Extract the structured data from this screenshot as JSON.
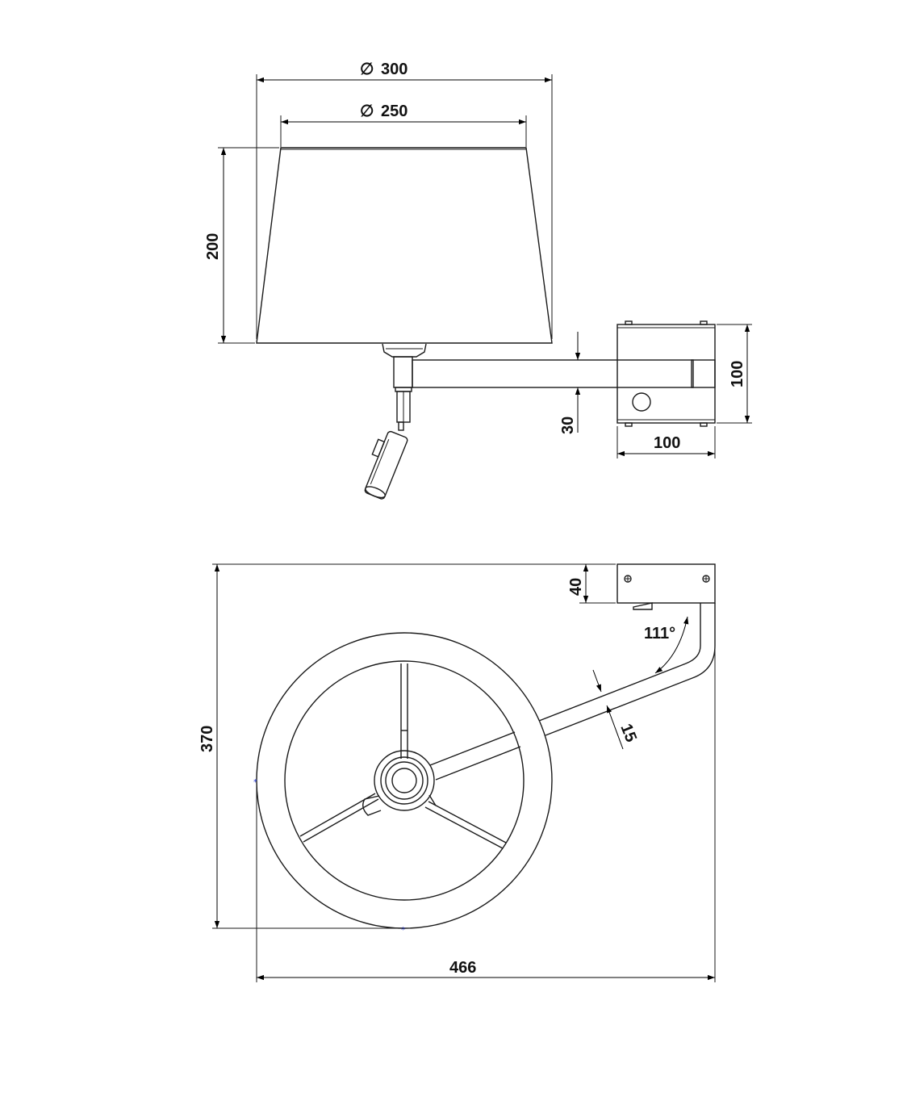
{
  "front_view": {
    "dims": {
      "shade_outer_diameter": "300",
      "shade_inner_diameter": "250",
      "shade_height": "200",
      "arm_thickness": "30",
      "box_height": "100",
      "box_width": "100"
    },
    "diameter_symbol": "∅"
  },
  "top_view": {
    "dims": {
      "depth": "370",
      "width": "466",
      "box_depth": "40",
      "arm_width": "15",
      "arm_angle": "111°"
    }
  },
  "markers": {
    "symbol": "*",
    "color": "#2233cc"
  }
}
